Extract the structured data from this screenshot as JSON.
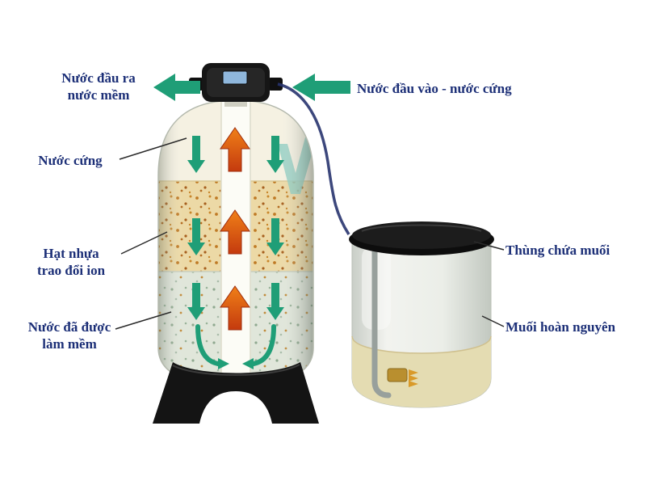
{
  "title": "Water softener system diagram",
  "labels": {
    "outlet_line1": "Nước đầu ra",
    "outlet_line2": "nước mềm",
    "inlet": "Nước đầu vào - nước cứng",
    "hard_water": "Nước cứng",
    "resin_line1": "Hạt nhựa",
    "resin_line2": "trao đổi ion",
    "softened_line1": "Nước đã được",
    "softened_line2": "làm mềm",
    "salt_tank": "Thùng chứa muối",
    "salt": "Muối hoàn nguyên"
  },
  "colors": {
    "label_text": "#1c2f77",
    "flow_arrow_green": "#1f9e77",
    "flow_arrow_red_top": "#f08018",
    "flow_arrow_red_bottom": "#c43a0e",
    "resin_layer": "#ecd9a6",
    "softened_layer": "#e0e6da",
    "salt_liquid": "#e4dcb2",
    "valve_body": "#161616",
    "valve_screen": "#8fb7dc",
    "tube_blue": "#27336e"
  }
}
